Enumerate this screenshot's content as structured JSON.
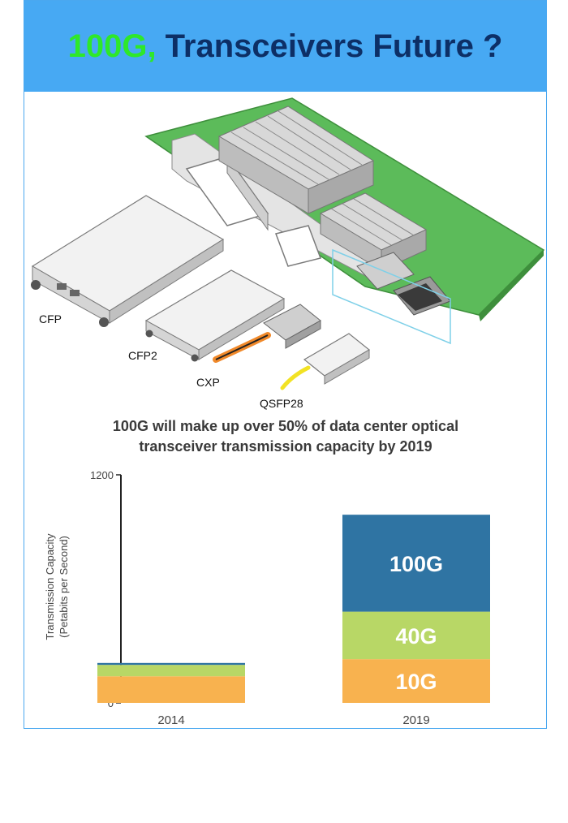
{
  "banner": {
    "title_accent": "100G,",
    "title_main": " Transceivers Future ?",
    "background": "#47a9f3",
    "accent_color": "#2ee82a",
    "main_color": "#0d2f66"
  },
  "illustration": {
    "labels": [
      "CFP",
      "CFP2",
      "CXP",
      "QSFP28"
    ],
    "board_color": "#5cbb5a"
  },
  "chart_data": {
    "type": "bar",
    "stacked": true,
    "title": "100G will make up over 50% of data center optical transceiver transmission capacity by 2019",
    "title_lines": [
      "100G will make up over 50% of data center optical",
      "transceiver transmission capacity by 2019"
    ],
    "ylabel_lines": [
      "Transmission Capacity",
      "(Petabits per Second)"
    ],
    "categories": [
      "2014",
      "2019"
    ],
    "ylim": [
      0,
      1200
    ],
    "yticks": [
      "0",
      "1200"
    ],
    "grid": false,
    "series": [
      {
        "name": "10G",
        "values": [
          140,
          230
        ],
        "color": "#f8b24f"
      },
      {
        "name": "40G",
        "values": [
          60,
          250
        ],
        "color": "#b8d766"
      },
      {
        "name": "100G",
        "values": [
          10,
          510
        ],
        "color": "#2f74a3"
      }
    ]
  }
}
